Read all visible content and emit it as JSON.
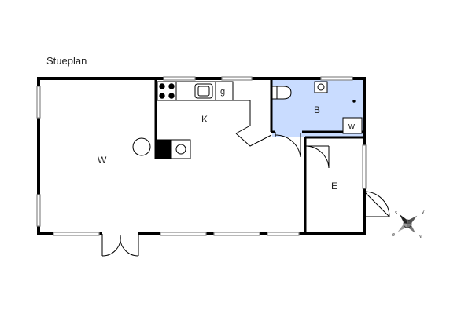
{
  "plan": {
    "title": "Stueplan",
    "rooms": {
      "living": "W",
      "kitchen": "K",
      "bath": "B",
      "entry": "E",
      "wc": "w",
      "fridge": "g"
    },
    "bath_fill": "#c9dcff"
  },
  "compass": {
    "n": "N",
    "s": "S",
    "v": "V",
    "o": "Ø"
  }
}
